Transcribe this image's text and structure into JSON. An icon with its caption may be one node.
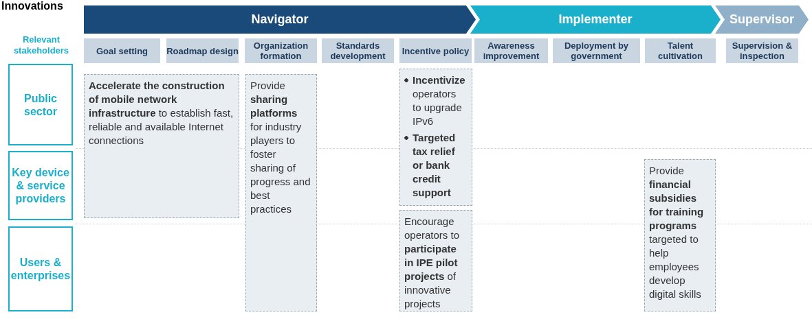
{
  "diagram": {
    "title": "Innovations",
    "nodes": [
      {
        "text": [
          "Navigator"
        ]
      },
      {
        "text": [
          "Implementer"
        ]
      },
      {
        "text": [
          "Supervisor"
        ]
      },
      {
        "text": [
          "Goal setting"
        ]
      },
      {
        "text": [
          "Roadmap design"
        ]
      },
      {
        "text": [
          "Organization formation"
        ]
      },
      {
        "text": [
          "Standards development"
        ]
      },
      {
        "text": [
          "Incentive policy"
        ]
      },
      {
        "text": [
          "Awareness improvement"
        ]
      },
      {
        "text": [
          "Deployment by government"
        ]
      },
      {
        "text": [
          "Talent cultivation"
        ]
      },
      {
        "text": [
          "Supervision & inspection"
        ]
      },
      {
        "text": [
          "Public sector"
        ]
      },
      {
        "text": [
          "Key device & service providers"
        ]
      },
      {
        "text": [
          "Users & enterprises"
        ]
      },
      {
        "text": [
          "**Accelerate the construction of mobile network infrastructure** to establish fast, reliable and available Internet connections"
        ]
      },
      {
        "text": [
          "Provide **sharing platforms** for industry players to foster sharing of progress and best practices"
        ]
      },
      {
        "text": [
          "**Incentivize** operators to upgrade IPv6",
          "Targeted tax relief or bank credit support"
        ]
      },
      {
        "text": [
          "Encourage operators to **participate in IPE pilot projects** of innovative projects"
        ]
      },
      {
        "text": [
          "Provide **financial subsidies for training programs** targeted to help employees develop digital skills"
        ]
      }
    ],
    "labels": [
      "Relevant stakeholders"
    ]
  }
}
